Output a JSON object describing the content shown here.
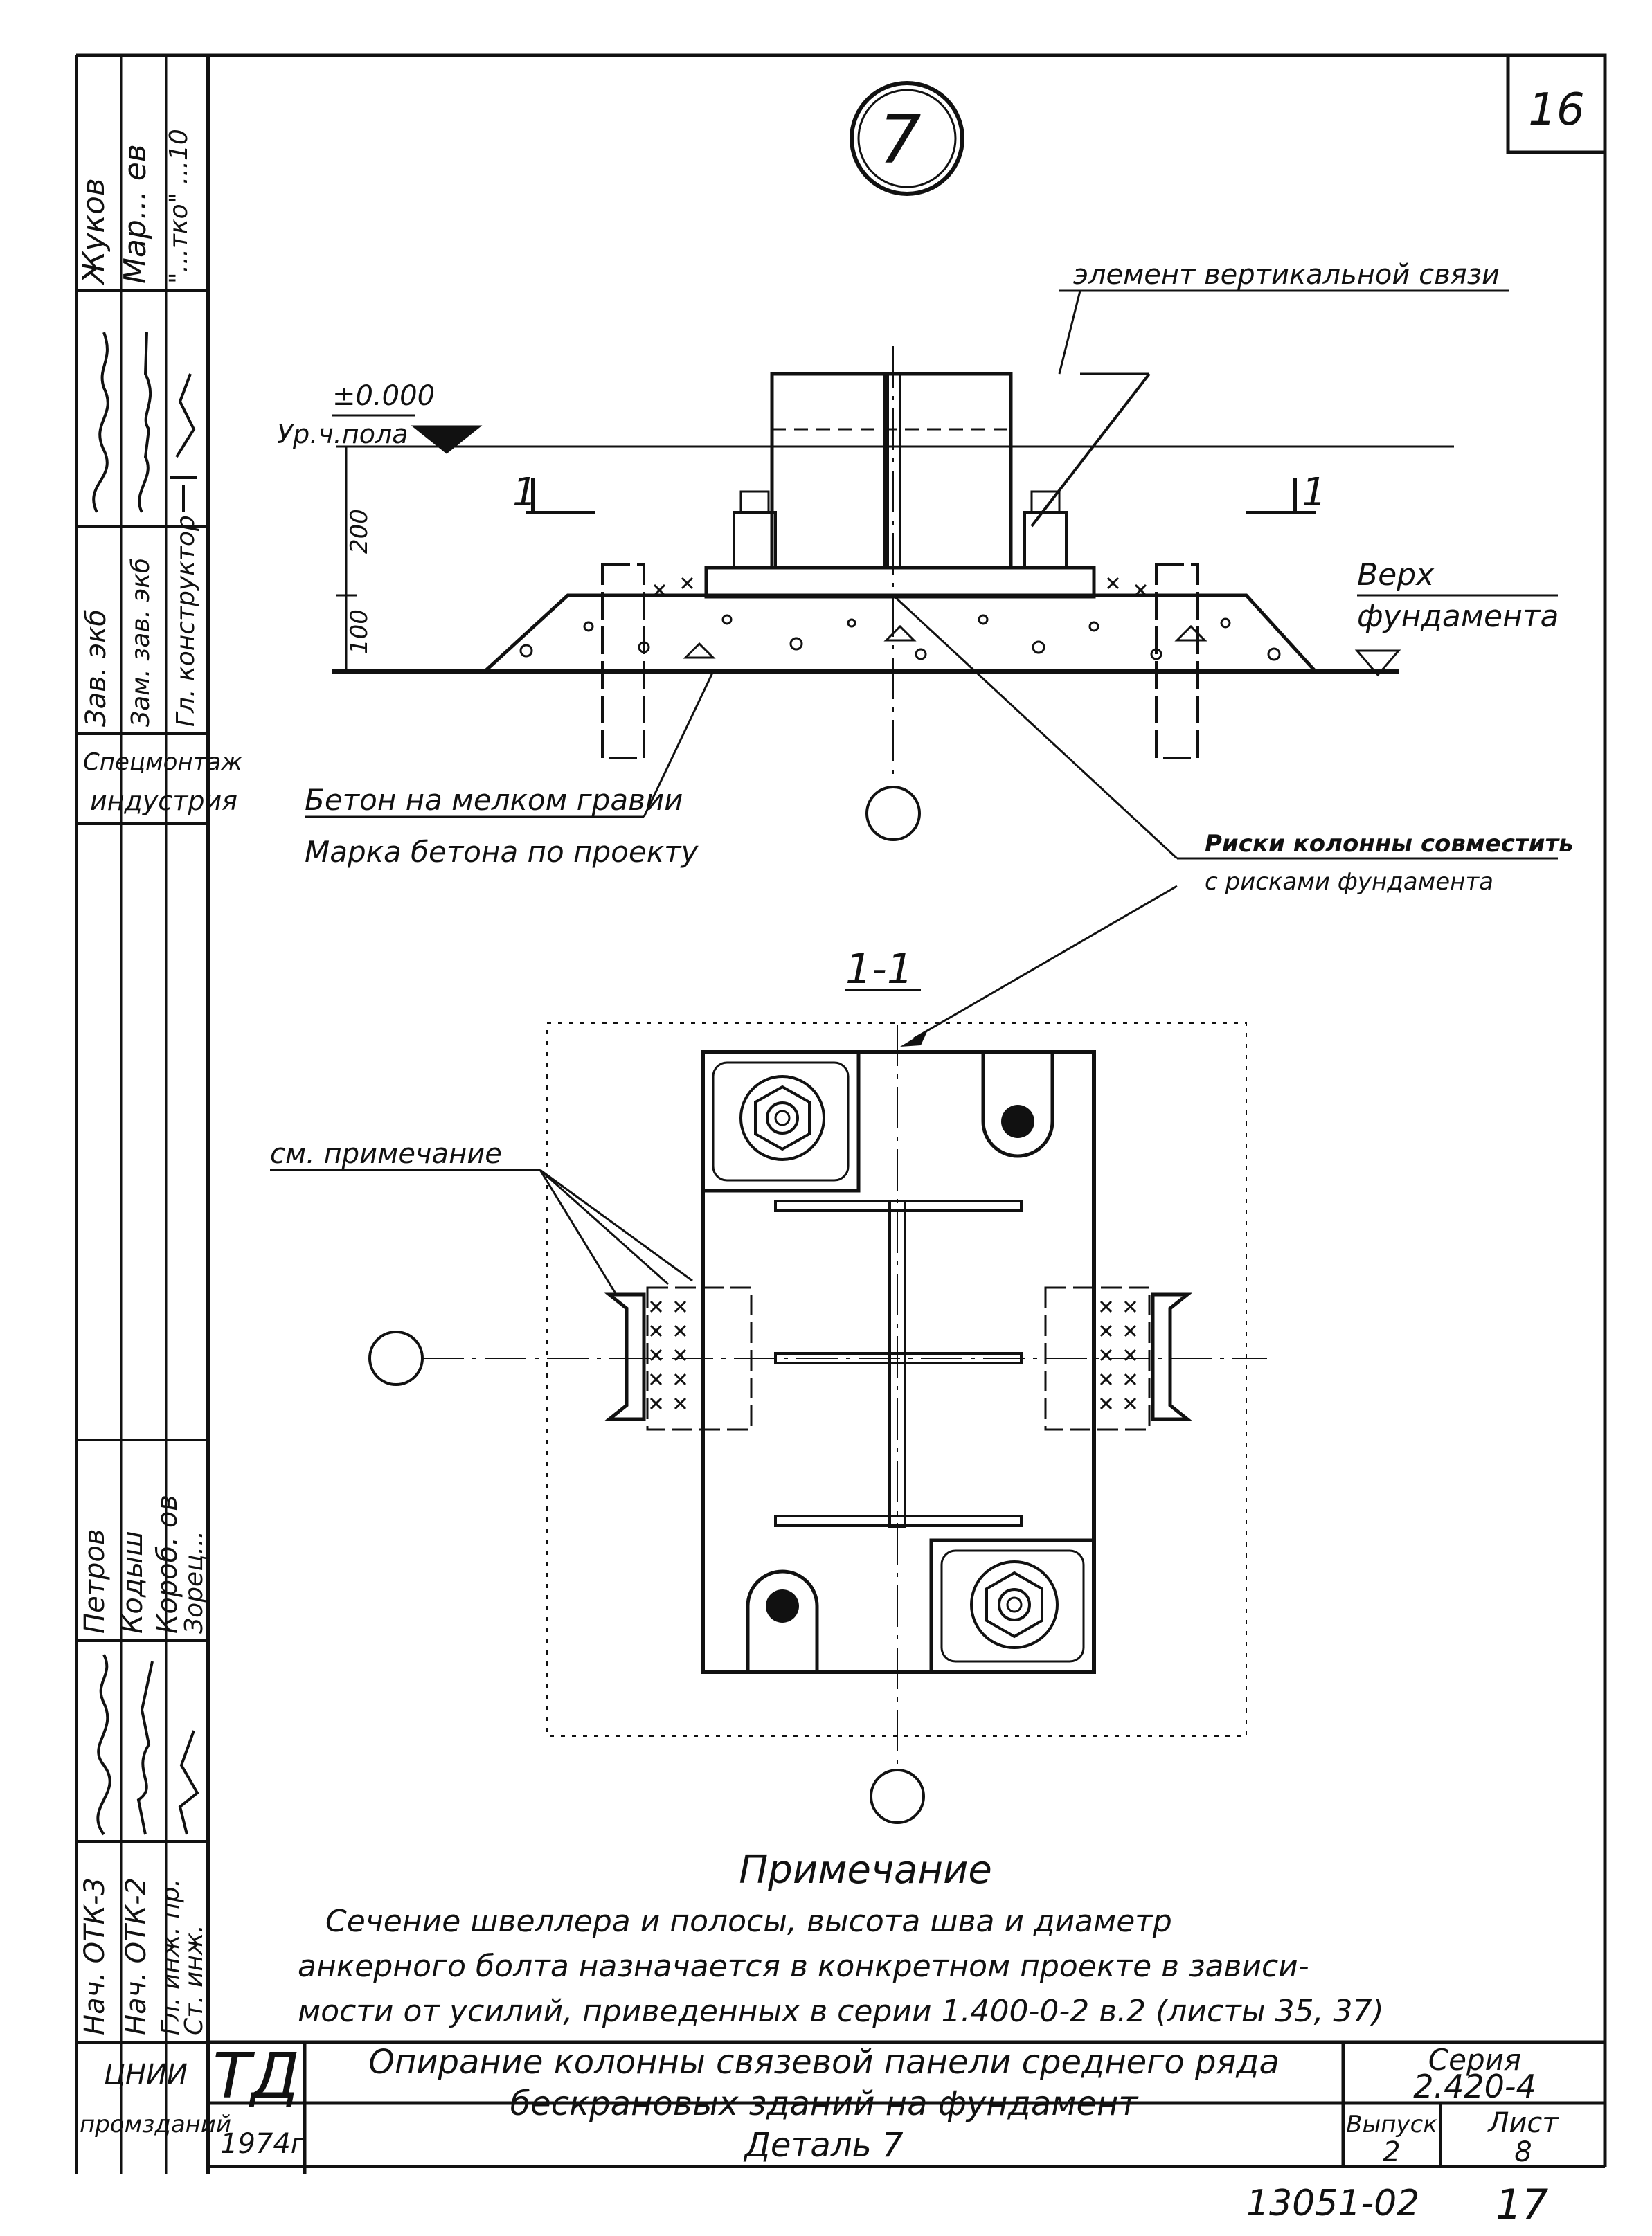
{
  "sheet_number_corner": "16",
  "detail_marker": "7",
  "left_strip": {
    "top_names": [
      "Жуков",
      "Мар... ев",
      "\"...тко\" ...10"
    ],
    "top_signatures": [
      "...",
      "..."
    ],
    "roles_block": [
      "Зав. экб",
      "Зам. зав. экб",
      "Гл. конструктор"
    ],
    "org_block": [
      "Спецмонтаж",
      "индустрия"
    ],
    "lower_names": [
      "Петров",
      "Кодыш",
      "Короб. ов",
      "Зорец..."
    ],
    "lower_signatures": [
      "...",
      "...",
      "..."
    ],
    "roles_lower": [
      "Нач. ОТК-3",
      "Нач. ОТК-2",
      "Гл. инж. пр.",
      "Ст. инж."
    ],
    "institute": [
      "ЦНИИ",
      "промзданий"
    ]
  },
  "elevation": {
    "level_value": "±0.000",
    "level_label": "Ур.ч.пола",
    "vertical_brace_label": "элемент вертикальной связи",
    "section_mark_left": "1",
    "section_mark_right": "1",
    "dim_200": "200",
    "dim_100": "100",
    "top_foundation_line1": "Верх",
    "top_foundation_line2": "фундамента",
    "concrete_line1": "Бетон на мелком гравии",
    "concrete_line2": "Марка бетона по проекту",
    "risks_line1": "Риски колонны совместить",
    "risks_line2": "с рисками фундамента"
  },
  "plan": {
    "section_title": "1-1",
    "see_note": "см. примечание"
  },
  "notes": {
    "heading": "Примечание",
    "line1": "Сечение швеллера и полосы, высота шва и диаметр",
    "line2": "анкерного болта назначается в конкретном проекте  в зависи-",
    "line3": "мости от усилий, приведенных в серии 1.400-0-2 в.2 (листы 35, 37)"
  },
  "title_block": {
    "td_mark": "ТД",
    "year": "1974г",
    "title_line1": "Опирание колонны связевой панели среднего ряда",
    "title_line2": "бескрановых зданий на фундамент",
    "title_line3": "Деталь  7",
    "series_label": "Серия",
    "series_value": "2.420-4",
    "issue_label": "Выпуск",
    "issue_value": "2",
    "sheet_label": "Лист",
    "sheet_value": "8"
  },
  "footer": {
    "doc_number": "13051-02",
    "page_number": "17"
  }
}
